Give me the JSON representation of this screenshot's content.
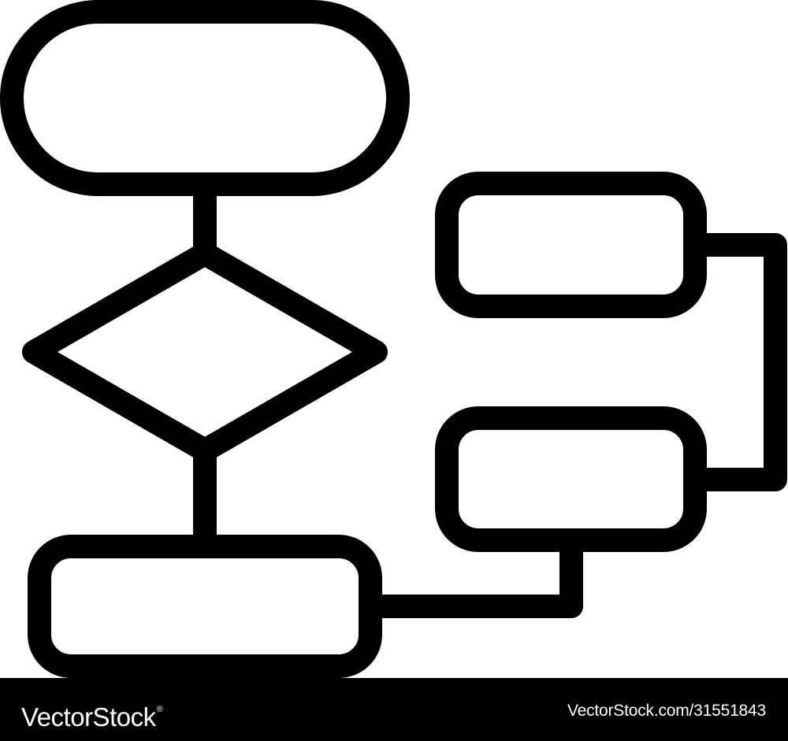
{
  "diagram": {
    "type": "flowchart-icon",
    "stroke_color": "#000000",
    "fill_color": "#ffffff",
    "nodes": [
      {
        "id": "start",
        "shape": "terminator"
      },
      {
        "id": "decision",
        "shape": "diamond"
      },
      {
        "id": "process-bottom",
        "shape": "process"
      },
      {
        "id": "process-right-top",
        "shape": "process"
      },
      {
        "id": "process-right-middle",
        "shape": "process"
      }
    ],
    "edges": [
      {
        "from": "start",
        "to": "decision"
      },
      {
        "from": "decision",
        "to": "process-bottom"
      },
      {
        "from": "process-bottom",
        "to": "process-right-middle"
      },
      {
        "from": "process-right-middle",
        "to": "process-right-top"
      }
    ]
  },
  "footer": {
    "brand": "VectorStock",
    "brand_mark": "®",
    "image_ref": "VectorStock.com/31551843",
    "background": "#000000",
    "text_color": "#ffffff"
  }
}
